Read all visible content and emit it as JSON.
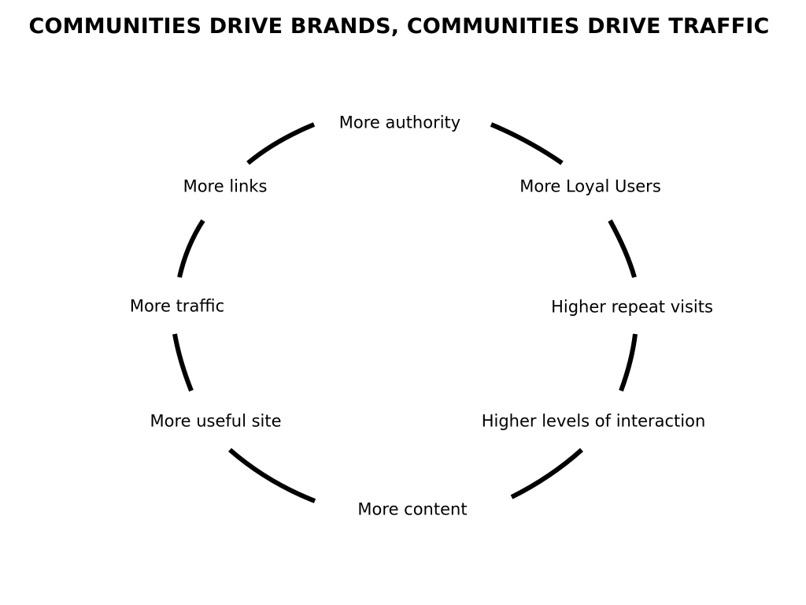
{
  "title": "COMMUNITIES DRIVE BRANDS, COMMUNITIES DRIVE TRAFFIC",
  "cycle": {
    "nodes": [
      {
        "id": "authority",
        "label": "More authority"
      },
      {
        "id": "loyal-users",
        "label": "More Loyal Users"
      },
      {
        "id": "repeat-visits",
        "label": "Higher repeat visits"
      },
      {
        "id": "interaction",
        "label": "Higher levels of interaction"
      },
      {
        "id": "content",
        "label": "More content"
      },
      {
        "id": "useful-site",
        "label": "More useful site"
      },
      {
        "id": "traffic",
        "label": "More traffic"
      },
      {
        "id": "links",
        "label": "More links"
      }
    ],
    "arc_color": "#000000"
  }
}
